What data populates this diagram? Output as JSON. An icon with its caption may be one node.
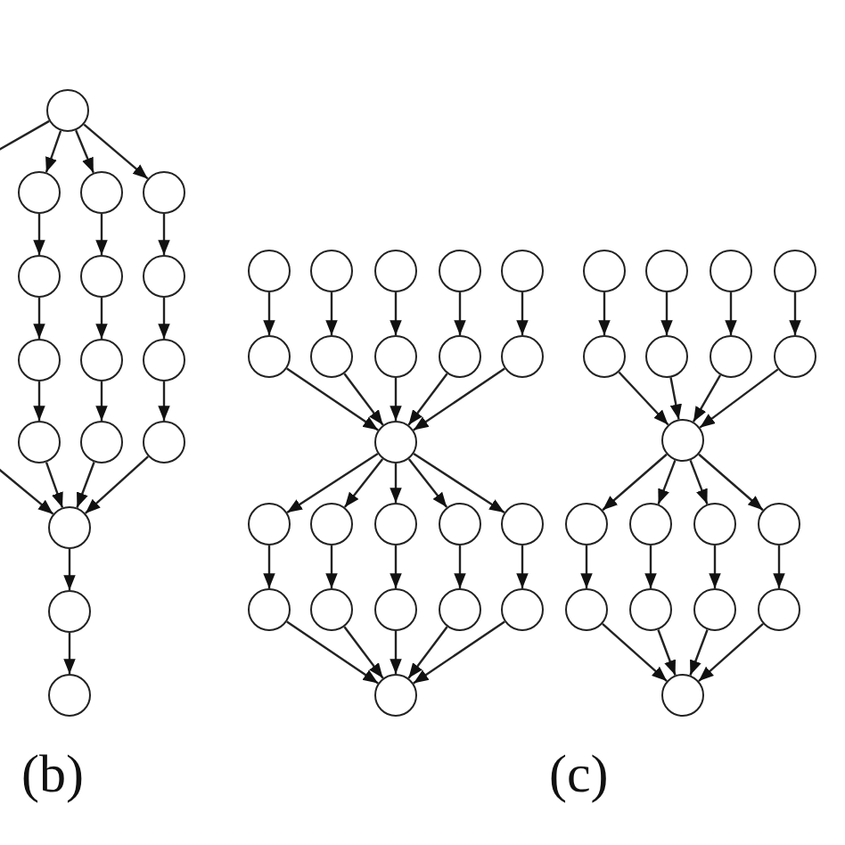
{
  "diagram": {
    "nodes": [
      {
        "text": [],
        "shape": "circle"
      },
      {
        "text": [],
        "shape": "circle"
      },
      {
        "text": [],
        "shape": "circle"
      },
      {
        "text": [],
        "shape": "circle"
      },
      {
        "text": [],
        "shape": "circle"
      },
      {
        "text": [],
        "shape": "circle"
      },
      {
        "text": [],
        "shape": "circle"
      },
      {
        "text": [],
        "shape": "circle"
      },
      {
        "text": [],
        "shape": "circle"
      },
      {
        "text": [],
        "shape": "circle"
      },
      {
        "text": [],
        "shape": "circle"
      },
      {
        "text": [],
        "shape": "circle"
      },
      {
        "text": [],
        "shape": "circle"
      },
      {
        "text": [],
        "shape": "circle"
      },
      {
        "text": [],
        "shape": "circle"
      },
      {
        "text": [],
        "shape": "circle"
      },
      {
        "text": [],
        "shape": "circle"
      },
      {
        "text": [],
        "shape": "circle"
      },
      {
        "text": [],
        "shape": "circle"
      },
      {
        "text": [],
        "shape": "circle"
      },
      {
        "text": [],
        "shape": "circle"
      },
      {
        "text": [],
        "shape": "circle"
      },
      {
        "text": [],
        "shape": "circle"
      },
      {
        "text": [],
        "shape": "circle"
      },
      {
        "text": [],
        "shape": "circle"
      },
      {
        "text": [],
        "shape": "circle"
      },
      {
        "text": [],
        "shape": "circle"
      },
      {
        "text": [],
        "shape": "circle"
      },
      {
        "text": [],
        "shape": "circle"
      },
      {
        "text": [],
        "shape": "circle"
      },
      {
        "text": [],
        "shape": "circle"
      },
      {
        "text": [],
        "shape": "circle"
      },
      {
        "text": [],
        "shape": "circle"
      },
      {
        "text": [],
        "shape": "circle"
      },
      {
        "text": [],
        "shape": "circle"
      },
      {
        "text": [],
        "shape": "circle"
      },
      {
        "text": [],
        "shape": "circle"
      },
      {
        "text": [],
        "shape": "circle"
      },
      {
        "text": [],
        "shape": "circle"
      },
      {
        "text": [],
        "shape": "circle"
      },
      {
        "text": [],
        "shape": "circle"
      },
      {
        "text": [],
        "shape": "circle"
      },
      {
        "text": [],
        "shape": "circle"
      },
      {
        "text": [],
        "shape": "circle"
      },
      {
        "text": [],
        "shape": "circle"
      },
      {
        "text": [],
        "shape": "circle"
      },
      {
        "text": [],
        "shape": "circle"
      },
      {
        "text": [],
        "shape": "circle"
      },
      {
        "text": [],
        "shape": "circle"
      },
      {
        "text": [],
        "shape": "circle"
      },
      {
        "text": [],
        "shape": "circle"
      },
      {
        "text": [],
        "shape": "circle"
      },
      {
        "text": [],
        "shape": "circle"
      },
      {
        "text": [],
        "shape": "circle"
      },
      {
        "text": [],
        "shape": "circle"
      },
      {
        "text": [],
        "shape": "circle"
      }
    ],
    "edges": [
      {
        "from": 0,
        "to": 1,
        "arrow": "to"
      },
      {
        "from": 0,
        "to": 2,
        "arrow": "to"
      },
      {
        "from": 0,
        "to": 3,
        "arrow": "to"
      },
      {
        "from": 1,
        "to": 4,
        "arrow": "to"
      },
      {
        "from": 2,
        "to": 5,
        "arrow": "to"
      },
      {
        "from": 3,
        "to": 6,
        "arrow": "to"
      },
      {
        "from": 4,
        "to": 7,
        "arrow": "to"
      },
      {
        "from": 5,
        "to": 8,
        "arrow": "to"
      },
      {
        "from": 6,
        "to": 9,
        "arrow": "to"
      },
      {
        "from": 7,
        "to": 10,
        "arrow": "to"
      },
      {
        "from": 8,
        "to": 11,
        "arrow": "to"
      },
      {
        "from": 9,
        "to": 12,
        "arrow": "to"
      },
      {
        "from": 10,
        "to": 13,
        "arrow": "to"
      },
      {
        "from": 11,
        "to": 13,
        "arrow": "to"
      },
      {
        "from": 12,
        "to": 13,
        "arrow": "to"
      },
      {
        "from": 13,
        "to": 14,
        "arrow": "to"
      },
      {
        "from": 14,
        "to": 15,
        "arrow": "to"
      },
      {
        "from": 0,
        "to": null,
        "arrow": "none"
      },
      {
        "from": null,
        "to": 13,
        "arrow": "to"
      },
      {
        "from": 16,
        "to": 21,
        "arrow": "to"
      },
      {
        "from": 17,
        "to": 22,
        "arrow": "to"
      },
      {
        "from": 18,
        "to": 23,
        "arrow": "to"
      },
      {
        "from": 19,
        "to": 24,
        "arrow": "to"
      },
      {
        "from": 20,
        "to": 25,
        "arrow": "to"
      },
      {
        "from": 21,
        "to": 26,
        "arrow": "to"
      },
      {
        "from": 22,
        "to": 26,
        "arrow": "to"
      },
      {
        "from": 23,
        "to": 26,
        "arrow": "to"
      },
      {
        "from": 24,
        "to": 26,
        "arrow": "to"
      },
      {
        "from": 25,
        "to": 26,
        "arrow": "to"
      },
      {
        "from": 26,
        "to": 27,
        "arrow": "to"
      },
      {
        "from": 26,
        "to": 28,
        "arrow": "to"
      },
      {
        "from": 26,
        "to": 29,
        "arrow": "to"
      },
      {
        "from": 26,
        "to": 30,
        "arrow": "to"
      },
      {
        "from": 26,
        "to": 31,
        "arrow": "to"
      },
      {
        "from": 27,
        "to": 32,
        "arrow": "to"
      },
      {
        "from": 28,
        "to": 33,
        "arrow": "to"
      },
      {
        "from": 29,
        "to": 34,
        "arrow": "to"
      },
      {
        "from": 30,
        "to": 35,
        "arrow": "to"
      },
      {
        "from": 31,
        "to": 36,
        "arrow": "to"
      },
      {
        "from": 32,
        "to": 37,
        "arrow": "to"
      },
      {
        "from": 33,
        "to": 37,
        "arrow": "to"
      },
      {
        "from": 34,
        "to": 37,
        "arrow": "to"
      },
      {
        "from": 35,
        "to": 37,
        "arrow": "to"
      },
      {
        "from": 36,
        "to": 37,
        "arrow": "to"
      },
      {
        "from": 38,
        "to": 42,
        "arrow": "to"
      },
      {
        "from": 39,
        "to": 43,
        "arrow": "to"
      },
      {
        "from": 40,
        "to": 44,
        "arrow": "to"
      },
      {
        "from": 41,
        "to": 45,
        "arrow": "to"
      },
      {
        "from": 42,
        "to": 46,
        "arrow": "to"
      },
      {
        "from": 43,
        "to": 46,
        "arrow": "to"
      },
      {
        "from": 44,
        "to": 46,
        "arrow": "to"
      },
      {
        "from": 45,
        "to": 46,
        "arrow": "to"
      },
      {
        "from": 46,
        "to": 47,
        "arrow": "to"
      },
      {
        "from": 46,
        "to": 48,
        "arrow": "to"
      },
      {
        "from": 46,
        "to": 49,
        "arrow": "to"
      },
      {
        "from": 46,
        "to": 50,
        "arrow": "to"
      },
      {
        "from": 47,
        "to": 51,
        "arrow": "to"
      },
      {
        "from": 48,
        "to": 52,
        "arrow": "to"
      },
      {
        "from": 49,
        "to": 53,
        "arrow": "to"
      },
      {
        "from": 50,
        "to": 54,
        "arrow": "to"
      },
      {
        "from": 51,
        "to": 55,
        "arrow": "to"
      },
      {
        "from": 52,
        "to": 55,
        "arrow": "to"
      },
      {
        "from": 53,
        "to": 55,
        "arrow": "to"
      },
      {
        "from": 54,
        "to": 55,
        "arrow": "to"
      }
    ],
    "labels": [
      "(b)",
      "(c)"
    ]
  }
}
